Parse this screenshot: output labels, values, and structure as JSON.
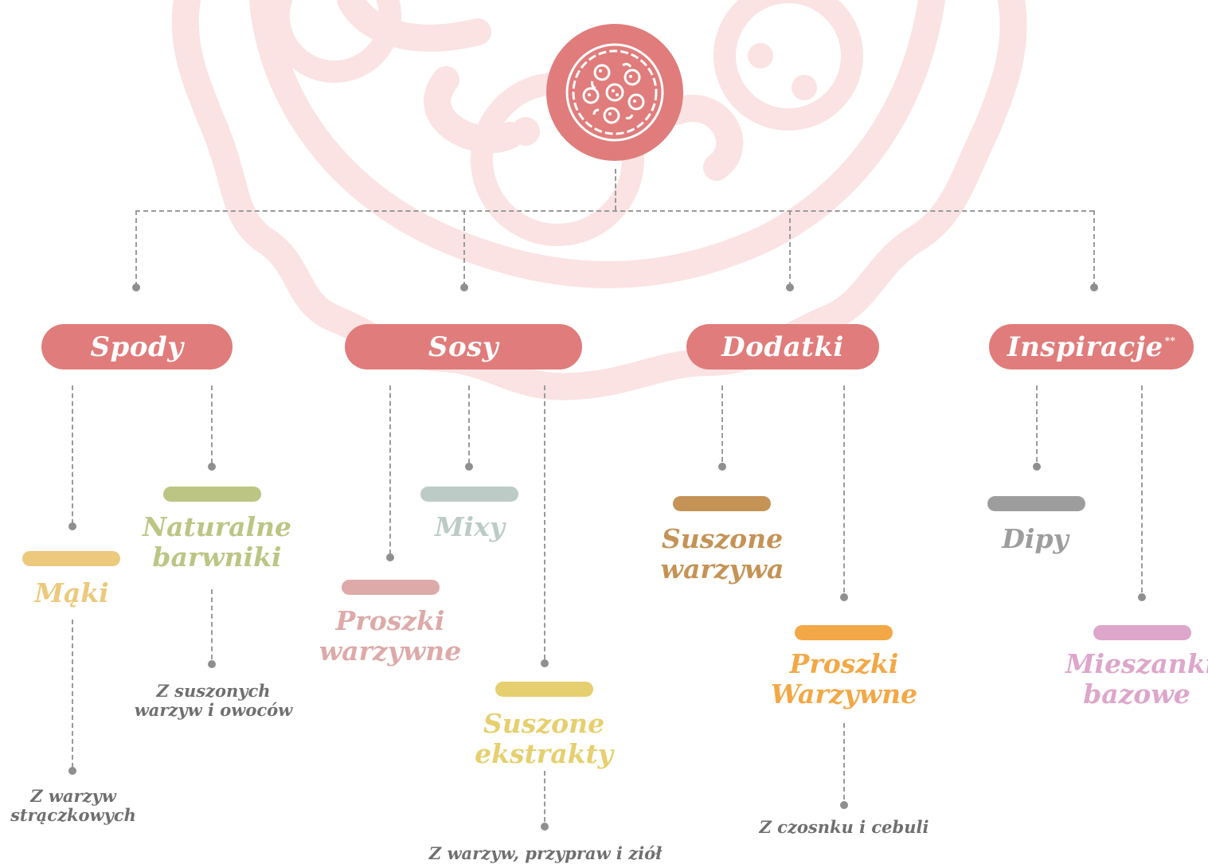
{
  "colors": {
    "accent": "#e07c7b",
    "watermark": "#fbe3e3",
    "connector": "#9a9a9a",
    "muted_text": "#6f6f6f"
  },
  "root_icon": "pizza-icon",
  "categories": [
    {
      "title": "Spody",
      "items": [
        {
          "label": "Mąki",
          "color": "#ecc97c",
          "sub": "Z warzyw strączkowych"
        },
        {
          "label": "Naturalne barwniki",
          "color": "#bcc583",
          "sub": "Z suszonych warzyw i owoców"
        }
      ]
    },
    {
      "title": "Sosy",
      "items": [
        {
          "label": "Proszki warzywne",
          "color": "#ddaaa9",
          "sub": ""
        },
        {
          "label": "Mixy",
          "color": "#bccbc6",
          "sub": ""
        },
        {
          "label": "Suszone ekstrakty",
          "color": "#e6cf6e",
          "sub": "Z warzyw, przypraw i ziół"
        }
      ]
    },
    {
      "title": "Dodatki",
      "items": [
        {
          "label": "Suszone warzywa",
          "color": "#c49355",
          "sub": ""
        },
        {
          "label": "Proszki Warzywne",
          "color": "#f2a846",
          "sub": "Z czosnku i cebuli"
        }
      ]
    },
    {
      "title": "Inspiracje",
      "title_mark": "**",
      "items": [
        {
          "label": "Dipy",
          "color": "#9d9d9d",
          "sub": ""
        },
        {
          "label": "Mieszanki bazowe",
          "color": "#dda6cb",
          "sub": ""
        }
      ]
    }
  ]
}
